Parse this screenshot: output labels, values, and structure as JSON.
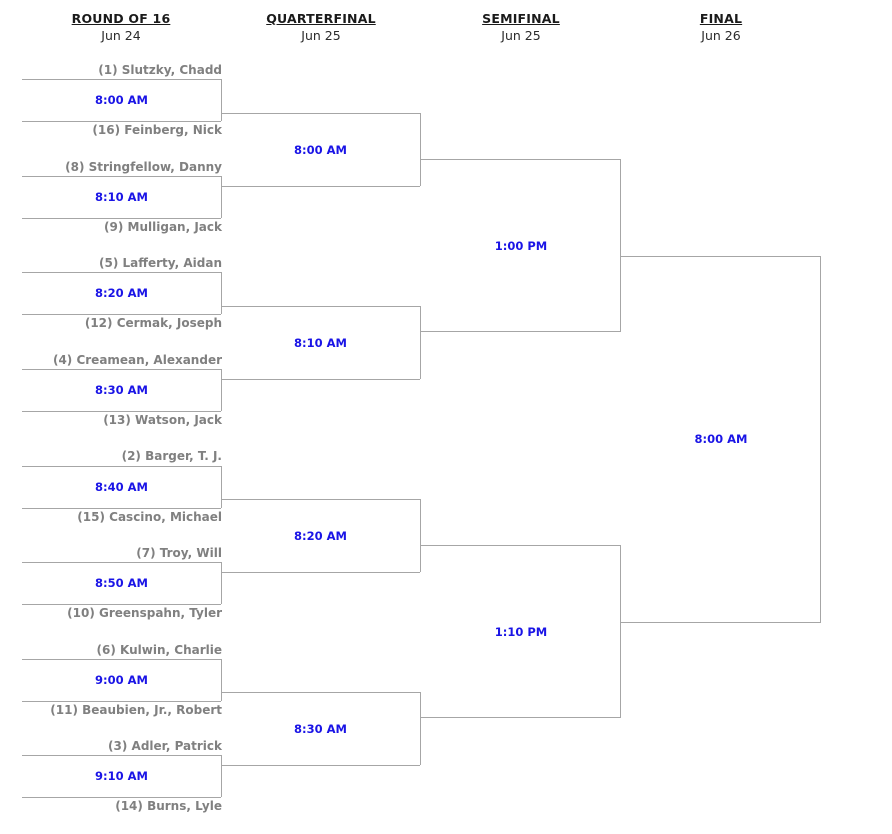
{
  "bracket": {
    "rounds": [
      {
        "name": "ROUND OF 16",
        "date": "Jun 24"
      },
      {
        "name": "QUARTERFINAL",
        "date": "Jun 25"
      },
      {
        "name": "SEMIFINAL",
        "date": "Jun 25"
      },
      {
        "name": "FINAL",
        "date": "Jun 26"
      }
    ],
    "competitors": [
      "(1) Slutzky, Chadd",
      "(16) Feinberg, Nick",
      "(8) Stringfellow, Danny",
      "(9) Mulligan, Jack",
      "(5) Lafferty, Aidan",
      "(12) Cermak, Joseph",
      "(4) Creamean, Alexander",
      "(13) Watson, Jack",
      "(2) Barger, T. J.",
      "(15) Cascino, Michael",
      "(7) Troy, Will",
      "(10) Greenspahn, Tyler",
      "(6) Kulwin, Charlie",
      "(11) Beaubien, Jr., Robert",
      "(3) Adler, Patrick",
      "(14) Burns, Lyle"
    ],
    "round_of_16_times": [
      "8:00 AM",
      "8:10 AM",
      "8:20 AM",
      "8:30 AM",
      "8:40 AM",
      "8:50 AM",
      "9:00 AM",
      "9:10 AM"
    ],
    "quarterfinal_times": [
      "8:00 AM",
      "8:10 AM",
      "8:20 AM",
      "8:30 AM"
    ],
    "semifinal_times": [
      "1:00 PM",
      "1:10 PM"
    ],
    "final_times": [
      "8:00 AM"
    ],
    "colors": {
      "line": "#a6a6a6",
      "competitor_text": "#808080",
      "time_text": "#1a14e6",
      "header_text": "#1a1a1a",
      "background": "#ffffff"
    }
  }
}
